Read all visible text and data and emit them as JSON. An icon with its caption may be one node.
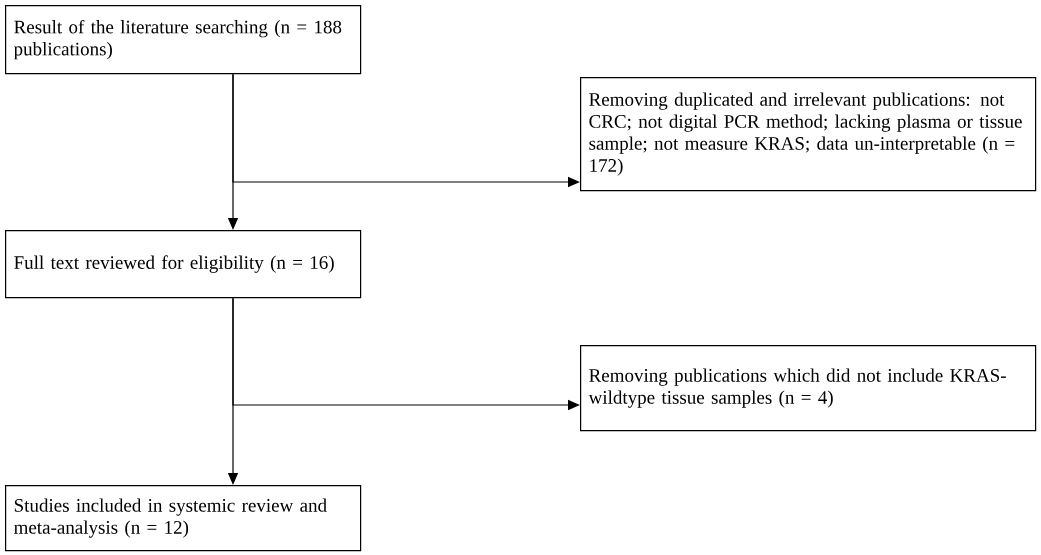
{
  "diagram": {
    "nodes": [
      {
        "text": [
          "Result of the literature searching (n = 188 publications)"
        ]
      },
      {
        "text": [
          "Removing duplicated and irrelevant publications: not CRC; not digital PCR method; lacking plasma or tissue sample; not measure KRAS; data un-interpretable (n = 172)"
        ]
      },
      {
        "text": [
          "Full text reviewed for eligibility (n = 16)"
        ]
      },
      {
        "text": [
          "Removing publications which did not include KRAS-wildtype tissue samples (n = 4)"
        ]
      },
      {
        "text": [
          "Studies included in systemic review and meta-analysis (n = 12)"
        ]
      }
    ],
    "edges": [
      {
        "from": 0,
        "to": 2,
        "arrow": "to"
      },
      {
        "from": 0,
        "to": 1,
        "arrow": "to"
      },
      {
        "from": 2,
        "to": 4,
        "arrow": "to"
      },
      {
        "from": 2,
        "to": 3,
        "arrow": "to"
      }
    ]
  }
}
